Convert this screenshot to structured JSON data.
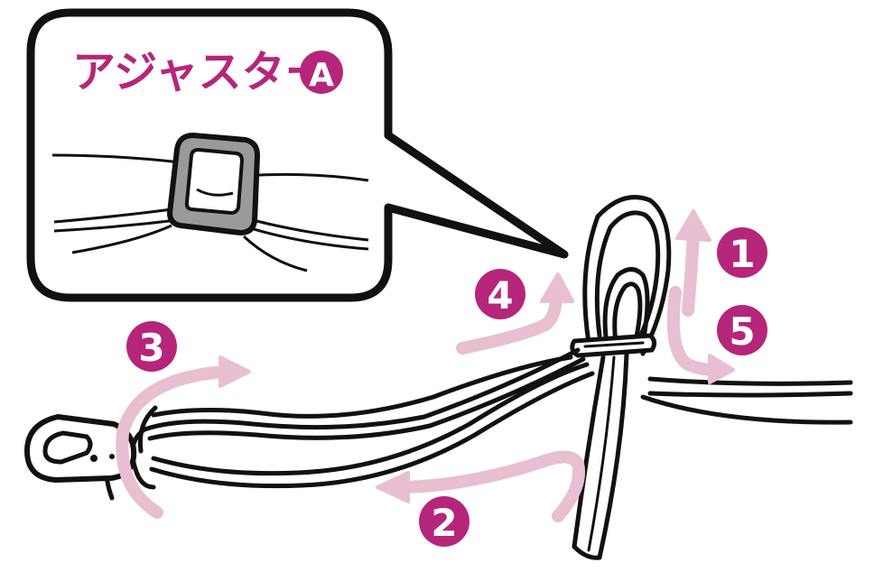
{
  "callout": {
    "title": "アジャスター",
    "badge": "A"
  },
  "steps": [
    {
      "number": "1"
    },
    {
      "number": "2"
    },
    {
      "number": "3"
    },
    {
      "number": "4"
    },
    {
      "number": "5"
    }
  ],
  "colors": {
    "accent": "#b5267a",
    "arrow": "#e8bfd0",
    "stroke": "#111111",
    "strap_fill": "#ffffff",
    "adjuster_fill": "#9a9a9a",
    "adjuster_inner": "#d9d9d9"
  },
  "icons": {
    "badge": "circled-letter-a",
    "steps": "circled-number",
    "arrows": "curved-direction-arrow"
  }
}
